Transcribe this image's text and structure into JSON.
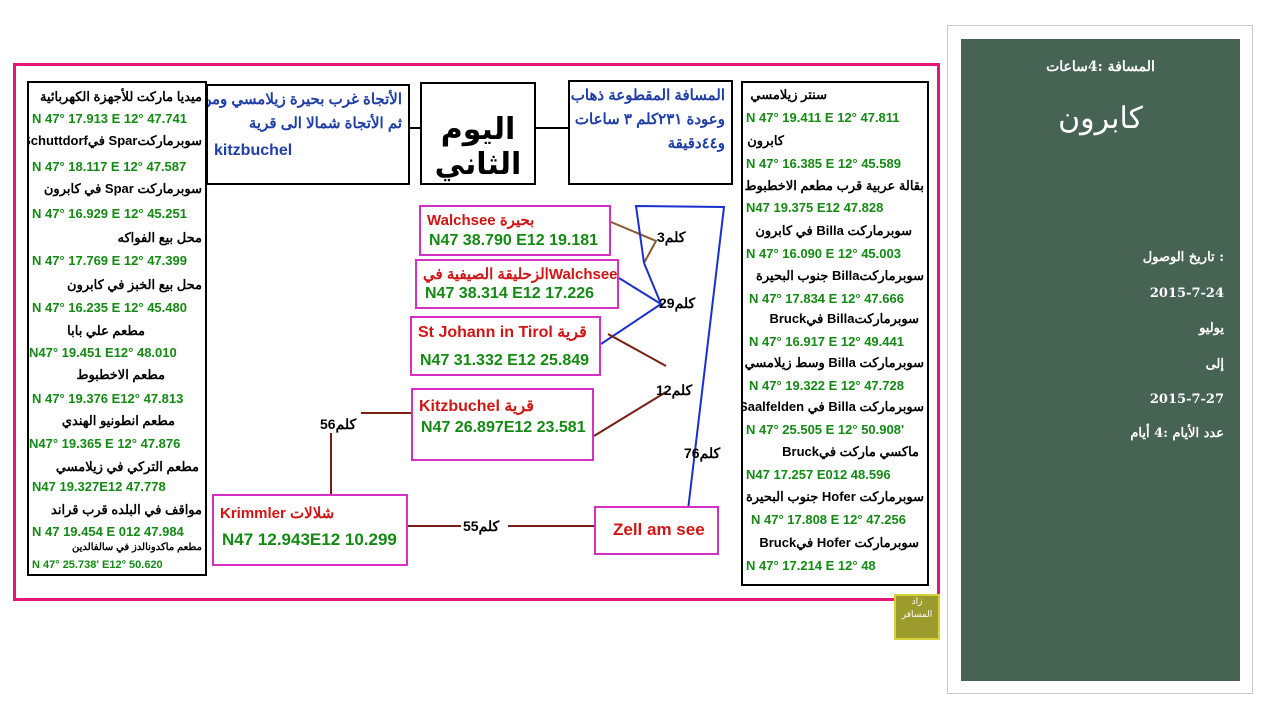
{
  "side_panel": {
    "distance": "المسافة :4ساعات",
    "city": "كابرون",
    "arrival_label": "تاريخ الوصول :",
    "arrival_date": "2015-7-24",
    "month": "يوليو",
    "to": "إلى",
    "departure_date": "2015-7-27",
    "days": "عدد الأيام :4 أيام"
  },
  "header": {
    "route": [
      "الأتجاة غرب بحيرة زيلامسي ومن",
      "ثم الأتجاة شمالا الى قرية"
    ],
    "route_place": "kitzbuchel",
    "day_title": "اليوم الثاني",
    "trip_distance": [
      "المسافة المقطوعة ذهاب",
      "وعودة ٢٣١كلم ٣ ساعات",
      "و٤٤دقيقة"
    ]
  },
  "left_list": [
    {
      "name": "ميديا ماركت للأجهزة الكهربائية",
      "coord": "N 47° 17.913 E 12° 47.741"
    },
    {
      "name": "سوبرماركتSpar فيSchuttdorf",
      "coord": "N 47° 18.117 E 12° 47.587"
    },
    {
      "name": "سوبرماركت Spar في كابرون",
      "coord": "N 47° 16.929 E 12° 45.251"
    },
    {
      "name": "محل بيع الفواكه",
      "coord": "N 47° 17.769 E 12° 47.399"
    },
    {
      "name": "محل بيع الخبز في كابرون",
      "coord": "N 47° 16.235 E 12° 45.480"
    },
    {
      "name": "مطعم علي بابا",
      "coord": "N47° 19.451 E12° 48.010"
    },
    {
      "name": "مطعم الاخطبوط",
      "coord": "N 47° 19.376 E12° 47.813"
    },
    {
      "name": "مطعم انطونيو الهندي",
      "coord": "N47° 19.365 E 12° 47.876"
    },
    {
      "name": "مطعم التركي في زيلامسي",
      "coord": "N47 19.327E12 47.778"
    },
    {
      "name": "مواقف في البلده قرب قراند",
      "coord": "N 47 19.454 E 012 47.984"
    },
    {
      "name": "مطعم ماكدونالدز في سالفالدين",
      "coord": "N 47° 25.738' E12° 50.620"
    }
  ],
  "right_list": [
    {
      "name": "سنتر زيلامسي",
      "coord": "N 47° 19.411 E 12° 47.811"
    },
    {
      "name": "كابرون",
      "coord": "N 47° 16.385 E 12° 45.589"
    },
    {
      "name": "بقالة عربية قرب مطعم الاخطبوط",
      "coord": "N47 19.375 E12 47.828"
    },
    {
      "name": "سوبرماركت Billa في كابرون",
      "coord": "N 47° 16.090 E 12° 45.003"
    },
    {
      "name": "سوبرماركتBilla جنوب البحيرة",
      "coord": "N 47° 17.834 E 12° 47.666"
    },
    {
      "name": "سوبرماركتBilla فيBruck",
      "coord": "N 47° 16.917 E 12° 49.441"
    },
    {
      "name": "سوبرماركت Billa وسط زيلامسي",
      "coord": "N 47° 19.322 E 12° 47.728"
    },
    {
      "name": "سوبرماركت Billa في Saalfelden",
      "coord": "N 47° 25.505 E 12° 50.908'"
    },
    {
      "name": "ماكسي ماركت فيBruck",
      "coord": "N47 17.257 E012 48.596"
    },
    {
      "name": "سوبرماركت Hofer جنوب البحيرة",
      "coord": "N 47° 17.808 E 12° 47.256"
    },
    {
      "name": "سوبرماركت Hofer فيBruck",
      "coord": "N 47° 17.214 E 12° 48"
    }
  ],
  "places": {
    "walchsee_lake": {
      "name": "Walchsee بحيرة",
      "coord": "N47 38.790 E12 19.181"
    },
    "walchsee_slide": {
      "name": "الزحليقة الصيفية فيWalchsee",
      "coord": "N47 38.314 E12 17.226"
    },
    "st_johann": {
      "name": "St Johann in Tirol قرية",
      "coord": "N47 31.332 E12 25.849"
    },
    "kitzbuchel": {
      "name": "Kitzbuchel قرية",
      "coord": "N47 26.897E12 23.581"
    },
    "krimmler": {
      "name": "Krimmler شلالات",
      "coord": "N47 12.943E12 10.299"
    },
    "zell": {
      "name": "Zell am see"
    }
  },
  "distances": {
    "d3": "3كلم",
    "d29": "29كلم",
    "d12": "12كلم",
    "d56": "56كلم",
    "d76": "76كلم",
    "d55": "55كلم"
  },
  "logo_text": "زاد المسافر",
  "colors": {
    "panel_bg": "#466353",
    "map_border": "#e5157a",
    "place_border": "#d62fc6",
    "place_name": "#d01515",
    "coord": "#148a14",
    "route_text": "#1f3ea8",
    "line_brown": "#7a1e14",
    "line_blue": "#1a2fd0",
    "line_tan": "#8b5a2b"
  }
}
